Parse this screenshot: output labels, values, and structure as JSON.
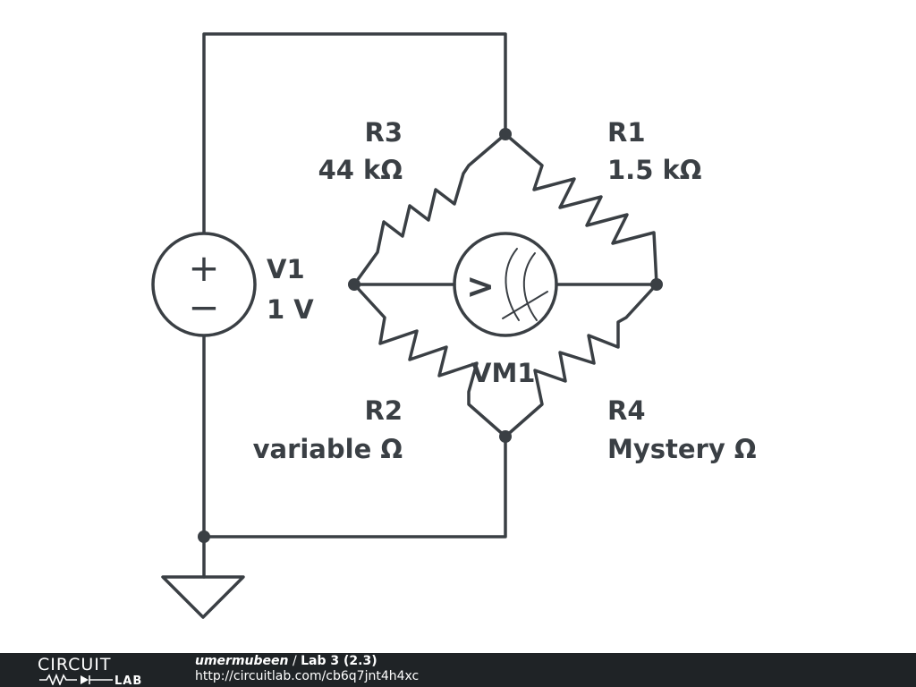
{
  "schematic": {
    "source": {
      "name": "V1",
      "value": "1 V",
      "plus_symbol": "+",
      "minus_symbol": "−"
    },
    "resistors": [
      {
        "name": "R3",
        "value": "44 kΩ"
      },
      {
        "name": "R1",
        "value": "1.5 kΩ"
      },
      {
        "name": "R2",
        "value": "variable Ω"
      },
      {
        "name": "R4",
        "value": "Mystery Ω"
      }
    ],
    "meter": {
      "name": "VM1",
      "symbol": ">"
    },
    "icons": {
      "ground": "ground-icon",
      "meter": "voltmeter-icon",
      "source": "voltage-source-icon"
    },
    "colors": {
      "wire": "#3a3f44",
      "footer_bg": "#1f2326",
      "footer_text": "#ffffff"
    }
  },
  "footer": {
    "logo_top": "CIRCUIT",
    "logo_bottom": "LAB",
    "user": "umermubeen",
    "separator": " / ",
    "title": "Lab 3 (2.3)",
    "url": "http://circuitlab.com/cb6q7jnt4h4xc"
  }
}
